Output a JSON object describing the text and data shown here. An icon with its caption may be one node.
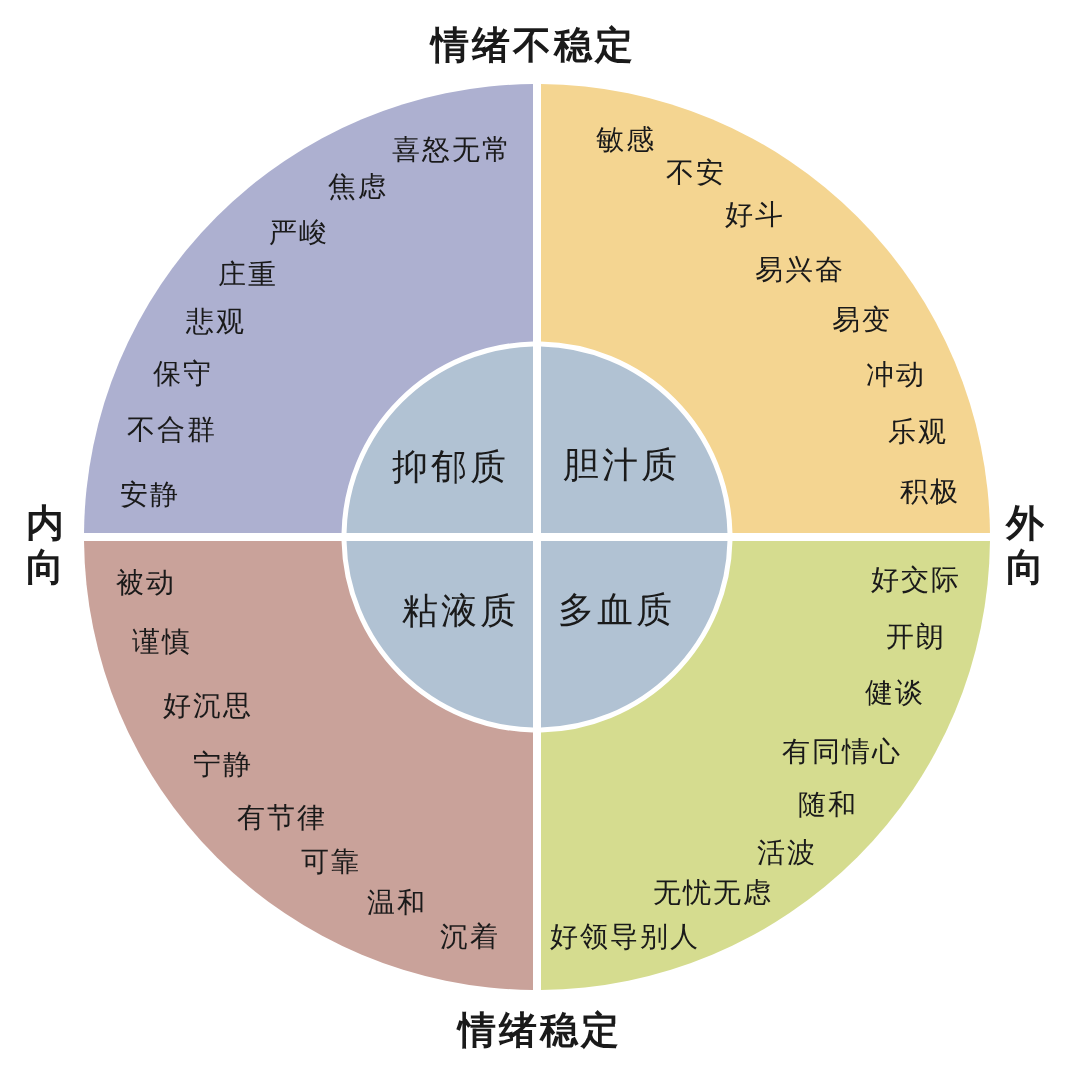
{
  "diagram": {
    "nodes": [
      {
        "text": [
          "喜怒无常",
          "焦虑",
          "严峻",
          "庄重",
          "悲观",
          "保守",
          "不合群",
          "安静"
        ]
      },
      {
        "text": [
          "抑郁质"
        ],
        "in": 0
      },
      {
        "text": [
          "敏感",
          "不安",
          "好斗",
          "易兴奋",
          "易变",
          "冲动",
          "乐观",
          "积极"
        ]
      },
      {
        "text": [
          "胆汁质"
        ],
        "in": 2
      },
      {
        "text": [
          "被动",
          "谨慎",
          "好沉思",
          "宁静",
          "有节律",
          "可靠",
          "温和",
          "沉着"
        ]
      },
      {
        "text": [
          "粘液质"
        ],
        "in": 4
      },
      {
        "text": [
          "好交际",
          "开朗",
          "健谈",
          "有同情心",
          "随和",
          "活波",
          "无忧无虑",
          "好领导别人"
        ]
      },
      {
        "text": [
          "多血质"
        ],
        "in": 6
      }
    ],
    "labels": [
      "情绪不稳定",
      "内向",
      "外向",
      "情绪稳定"
    ]
  }
}
